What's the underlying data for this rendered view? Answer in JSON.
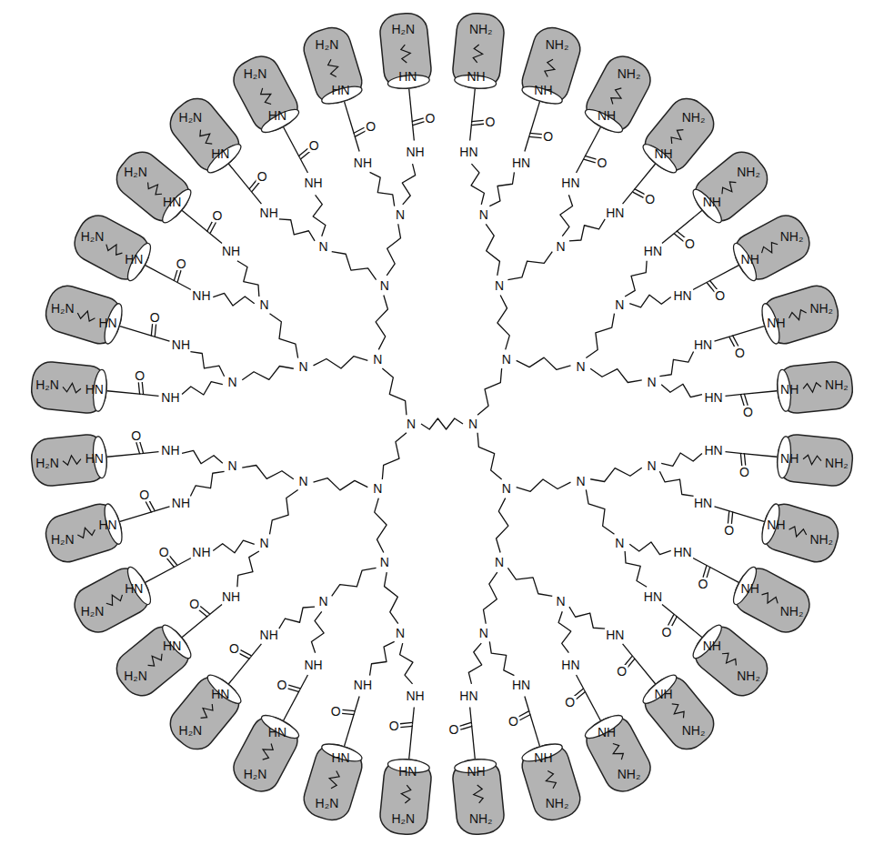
{
  "diagram": {
    "nodes": [
      {
        "text": [
          "HN",
          "H₂N"
        ]
      },
      {
        "text": [
          "HN",
          "H₂N"
        ]
      },
      {
        "text": [
          "HN",
          "H₂N"
        ]
      },
      {
        "text": [
          "HN",
          "H₂N"
        ]
      },
      {
        "text": [
          "HN",
          "H₂N"
        ]
      },
      {
        "text": [
          "HN",
          "H₂N"
        ]
      },
      {
        "text": [
          "HN",
          "H₂N"
        ]
      },
      {
        "text": [
          "HN",
          "H₂N"
        ]
      },
      {
        "text": [
          "HN",
          "H₂N"
        ]
      },
      {
        "text": [
          "HN",
          "H₂N"
        ]
      },
      {
        "text": [
          "HN",
          "H₂N"
        ]
      },
      {
        "text": [
          "HN",
          "H₂N"
        ]
      },
      {
        "text": [
          "HN",
          "H₂N"
        ]
      },
      {
        "text": [
          "HN",
          "H₂N"
        ]
      },
      {
        "text": [
          "HN",
          "H₂N"
        ]
      },
      {
        "text": [
          "HN",
          "H₂N"
        ]
      },
      {
        "text": [
          "NH",
          "NH₂"
        ]
      },
      {
        "text": [
          "NH",
          "NH₂"
        ]
      },
      {
        "text": [
          "NH",
          "NH₂"
        ]
      },
      {
        "text": [
          "NH",
          "NH₂"
        ]
      },
      {
        "text": [
          "NH",
          "NH₂"
        ]
      },
      {
        "text": [
          "NH",
          "NH₂"
        ]
      },
      {
        "text": [
          "NH",
          "NH₂"
        ]
      },
      {
        "text": [
          "NH",
          "NH₂"
        ]
      },
      {
        "text": [
          "NH",
          "NH₂"
        ]
      },
      {
        "text": [
          "NH",
          "NH₂"
        ]
      },
      {
        "text": [
          "NH",
          "NH₂"
        ]
      },
      {
        "text": [
          "NH",
          "NH₂"
        ]
      },
      {
        "text": [
          "NH",
          "NH₂"
        ]
      },
      {
        "text": [
          "NH",
          "NH₂"
        ]
      },
      {
        "text": [
          "NH",
          "NH₂"
        ]
      },
      {
        "text": [
          "NH",
          "NH₂"
        ]
      }
    ],
    "labels": [
      "N",
      "N",
      "N",
      "N",
      "N",
      "N",
      "N",
      "N",
      "N",
      "N",
      "N",
      "N",
      "N",
      "N",
      "N",
      "N",
      "N",
      "N",
      "N",
      "N",
      "N",
      "N",
      "N",
      "N",
      "N",
      "N",
      "N",
      "N",
      "N",
      "N",
      "NH",
      "O",
      "NH",
      "O",
      "NH",
      "O",
      "NH",
      "O",
      "NH",
      "O",
      "NH",
      "O",
      "NH",
      "O",
      "NH",
      "O",
      "NH",
      "O",
      "NH",
      "O",
      "NH",
      "O",
      "NH",
      "O",
      "NH",
      "O",
      "NH",
      "O",
      "NH",
      "O",
      "NH",
      "O",
      "HN",
      "O",
      "HN",
      "O",
      "HN",
      "O",
      "HN",
      "O",
      "HN",
      "O",
      "HN",
      "O",
      "HN",
      "O",
      "HN",
      "O",
      "HN",
      "O",
      "HN",
      "O",
      "HN",
      "O",
      "HN",
      "O",
      "HN",
      "O",
      "HN",
      "O",
      "HN",
      "O",
      "HN",
      "O"
    ]
  }
}
